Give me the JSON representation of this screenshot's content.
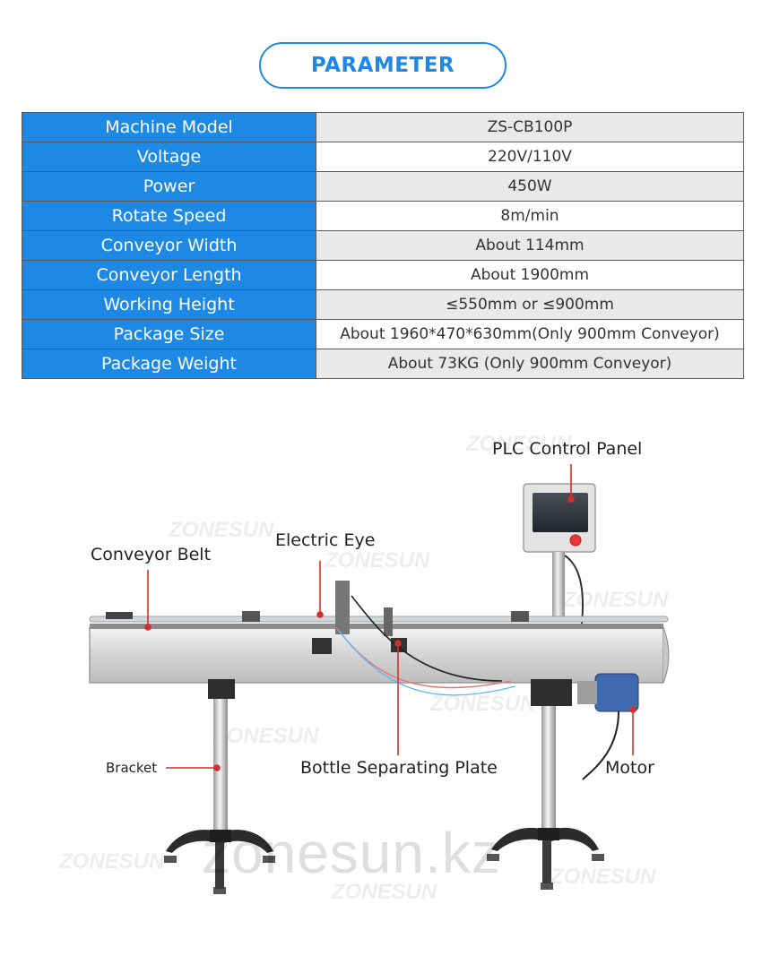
{
  "header": {
    "title": "PARAMETER"
  },
  "parameters": [
    {
      "key": "Machine Model",
      "value": "ZS-CB100P"
    },
    {
      "key": "Voltage",
      "value": "220V/110V"
    },
    {
      "key": "Power",
      "value": "450W"
    },
    {
      "key": "Rotate Speed",
      "value": "8m/min"
    },
    {
      "key": "Conveyor Width",
      "value": "About 114mm"
    },
    {
      "key": "Conveyor Length",
      "value": "About 1900mm"
    },
    {
      "key": "Working Height",
      "value": "≤550mm or ≤900mm"
    },
    {
      "key": "Package Size",
      "value": "About 1960*470*630mm(Only 900mm Conveyor)"
    },
    {
      "key": "Package Weight",
      "value": "About 73KG (Only 900mm Conveyor)"
    }
  ],
  "diagram": {
    "labels": {
      "plc": "PLC Control Panel",
      "conveyor_belt": "Conveyor Belt",
      "electric_eye": "Electric Eye",
      "bracket": "Bracket",
      "separating_plate": "Bottle Separating Plate",
      "motor": "Motor"
    },
    "watermark_brand": "ZONESUN",
    "watermark_site": "zonesun.kz"
  },
  "colors": {
    "accent": "#1e88e5",
    "pointer": "#d32f2f"
  }
}
